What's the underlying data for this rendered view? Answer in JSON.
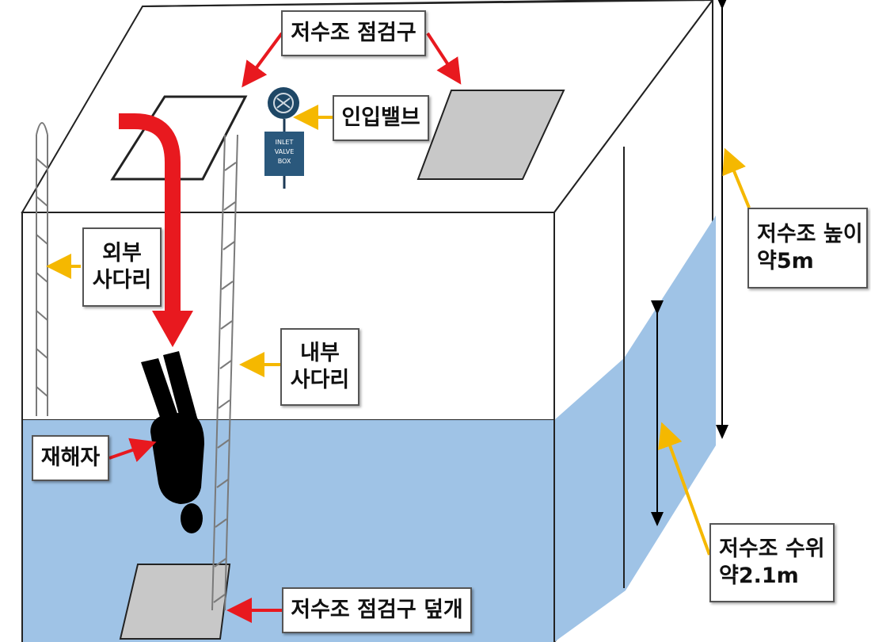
{
  "labels": {
    "inspection_hatch": "저수조 점검구",
    "inlet_valve": "인입밸브",
    "tank_height_line1": "저수조 높이",
    "tank_height_line2": "약5m",
    "external_ladder_line1": "외부",
    "external_ladder_line2": "사다리",
    "internal_ladder_line1": "내부",
    "internal_ladder_line2": "사다리",
    "victim": "재해자",
    "water_level_line1": "저수조 수위",
    "water_level_line2": "약2.1m",
    "hatch_cover": "저수조 점검구 덮개"
  },
  "valve_box_text": [
    "INLET",
    "VALVE",
    "BOX"
  ],
  "colors": {
    "water": "#9fc3e6",
    "red_arrow": "#e8191f",
    "yellow_arrow": "#f5b800",
    "hatch_gray": "#c8c8c8",
    "victim_black": "#000000"
  }
}
